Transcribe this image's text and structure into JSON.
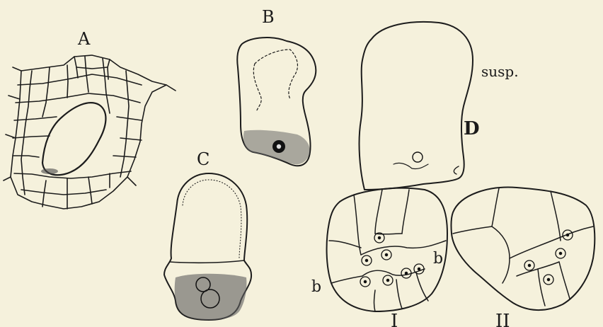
{
  "figure": {
    "background": "#f5f1dc",
    "ink": "#1c1c1c",
    "labels": {
      "a": "A",
      "b": "B",
      "c": "C",
      "d": "D",
      "susp": "susp.",
      "b_right": "b",
      "b_left": "b",
      "one": "I",
      "two": "II"
    }
  }
}
